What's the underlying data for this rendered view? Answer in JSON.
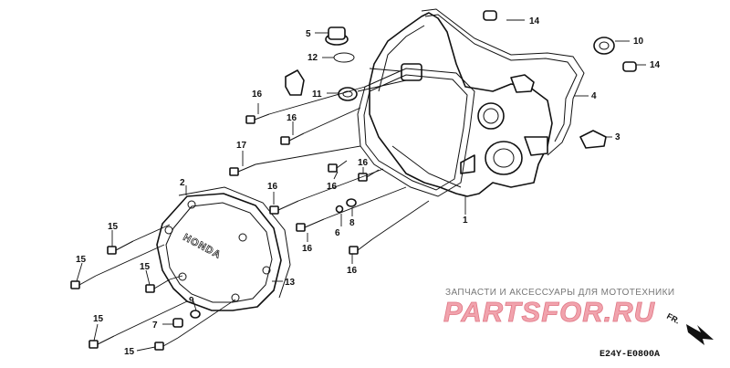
{
  "diagram": {
    "callouts": {
      "c1": "1",
      "c2": "2",
      "c3": "3",
      "c4": "4",
      "c5": "5",
      "c6": "6",
      "c7": "7",
      "c8": "8",
      "c9": "9",
      "c10": "10",
      "c11": "11",
      "c12": "12",
      "c13": "13",
      "c14a": "14",
      "c14b": "14",
      "c15a": "15",
      "c15b": "15",
      "c15c": "15",
      "c15d": "15",
      "c15e": "15",
      "c16a": "16",
      "c16b": "16",
      "c16c": "16",
      "c16d": "16",
      "c16e": "16",
      "c16f": "16",
      "c16g": "16",
      "c17": "17"
    },
    "cover_logo": "HONDA",
    "direction_label": "FR.",
    "drawing_code": "E24Y-E0800A"
  },
  "watermark": {
    "caption": "ЗАПЧАСТИ И АКСЕССУАРЫ ДЛЯ МОТОТЕХНИКИ",
    "brand": "PARTSFOR.RU"
  }
}
